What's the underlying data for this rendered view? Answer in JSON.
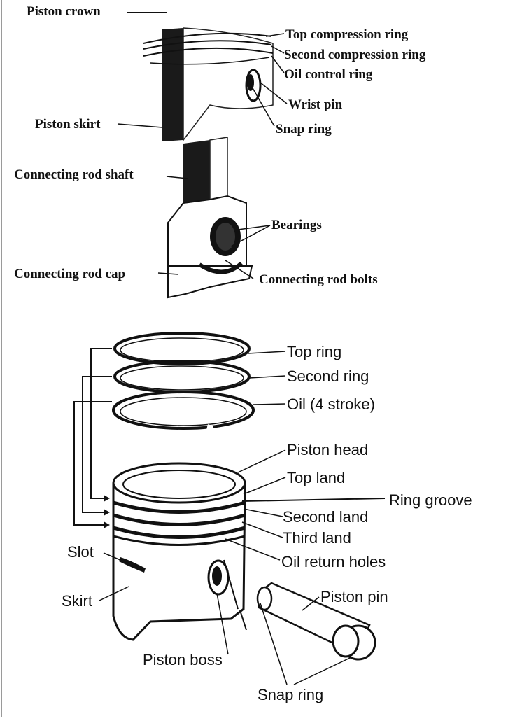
{
  "upper_diagram": {
    "labels": {
      "piston_crown": "Piston crown",
      "top_compression_ring": "Top compression ring",
      "second_compression_ring": "Second compression ring",
      "oil_control_ring": "Oil control ring",
      "wrist_pin": "Wrist pin",
      "snap_ring": "Snap ring",
      "piston_skirt": "Piston skirt",
      "connecting_rod_shaft": "Connecting rod shaft",
      "bearings": "Bearings",
      "connecting_rod_cap": "Connecting rod cap",
      "connecting_rod_bolts": "Connecting rod bolts"
    }
  },
  "lower_diagram": {
    "labels": {
      "top_ring": "Top ring",
      "second_ring": "Second ring",
      "oil_ring": "Oil (4 stroke)",
      "piston_head": "Piston head",
      "top_land": "Top land",
      "ring_groove": "Ring groove",
      "second_land": "Second land",
      "third_land": "Third land",
      "slot": "Slot",
      "oil_return_holes": "Oil return holes",
      "skirt": "Skirt",
      "piston_pin": "Piston pin",
      "piston_boss": "Piston boss",
      "snap_ring": "Snap ring"
    }
  }
}
